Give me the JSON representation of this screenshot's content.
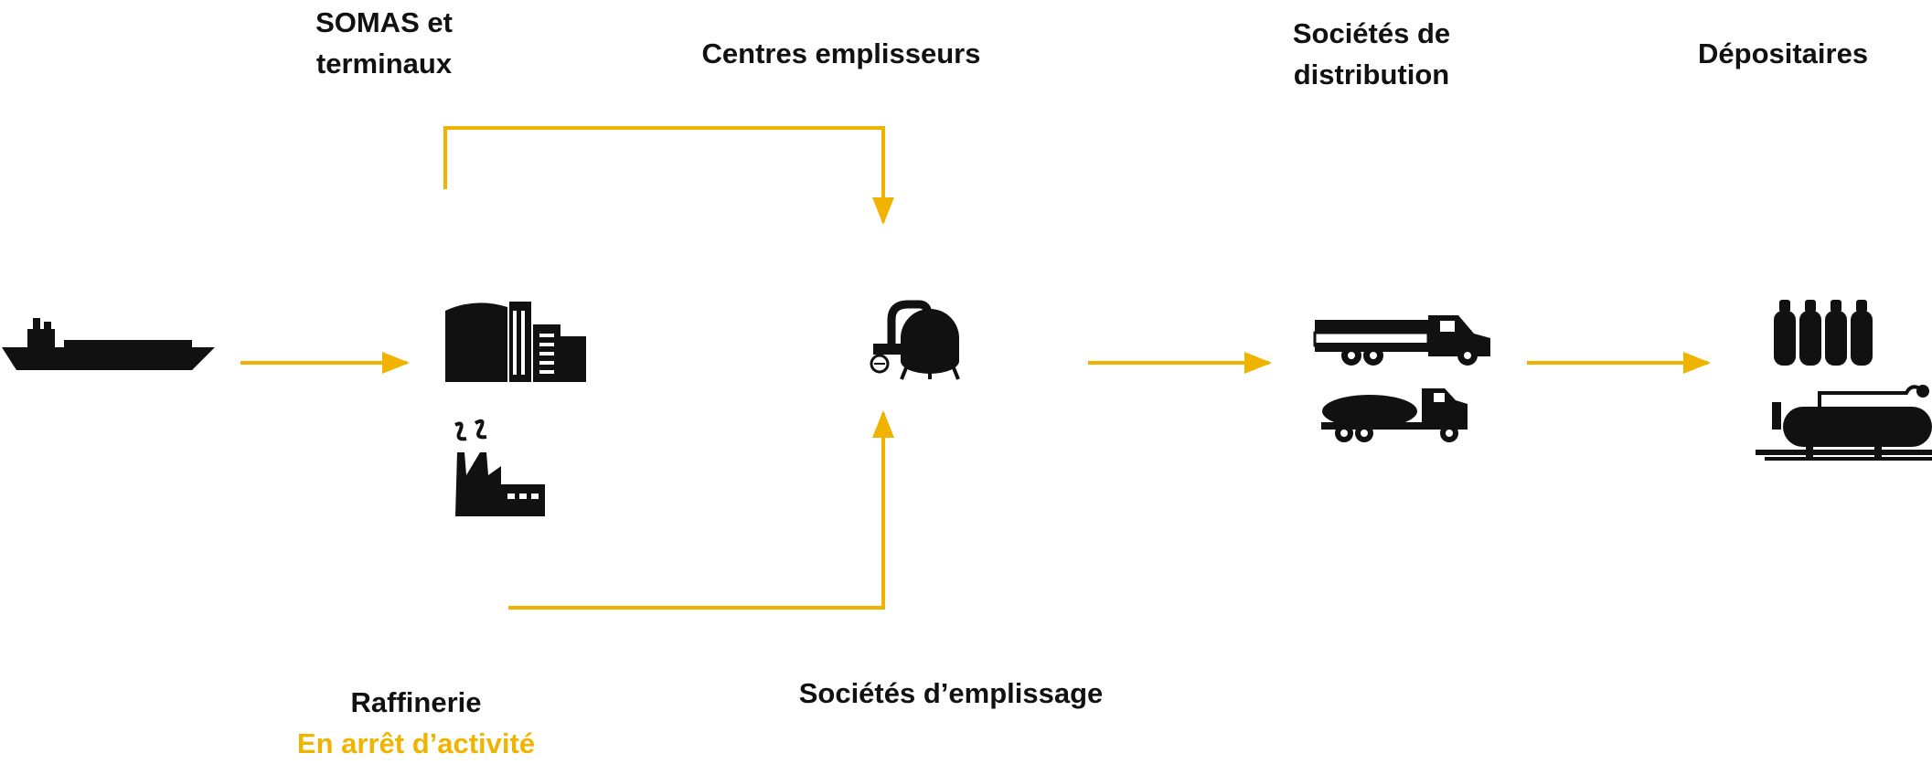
{
  "labels": {
    "somas": [
      "SOMAS et",
      "terminaux"
    ],
    "centres": "Centres emplisseurs",
    "distribution": [
      "Sociétés de",
      "distribution"
    ],
    "depositaires": "Dépositaires",
    "raffinerie": "Raffinerie",
    "raffinerie_status": "En arrêt d’activité",
    "emplissage": "Sociétés d’emplissage"
  },
  "colors": {
    "accent": "#f0b400",
    "icon": "#111111",
    "text": "#111111"
  },
  "icons": [
    "ship-icon",
    "storage-terminal-icon",
    "refinery-factory-icon",
    "filling-plant-icon",
    "flatbed-truck-icon",
    "tanker-truck-icon",
    "gas-cylinders-icon",
    "storage-tank-icon"
  ]
}
